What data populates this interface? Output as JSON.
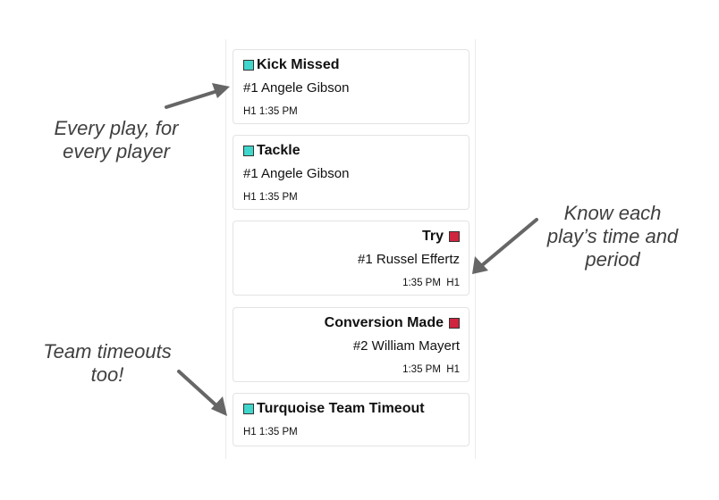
{
  "colors": {
    "turquoise": "#40d6cc",
    "red": "#d0253f",
    "annotation": "#404040",
    "arrow": "#666666"
  },
  "plays": [
    {
      "title": "Kick Missed",
      "player": "#1 Angele Gibson",
      "period": "H1",
      "time": "1:35 PM",
      "team": "turquoise",
      "align": "left"
    },
    {
      "title": "Tackle",
      "player": "#1 Angele Gibson",
      "period": "H1",
      "time": "1:35 PM",
      "team": "turquoise",
      "align": "left"
    },
    {
      "title": "Try",
      "player": "#1 Russel Effertz",
      "period": "H1",
      "time": "1:35 PM",
      "team": "red",
      "align": "right"
    },
    {
      "title": "Conversion Made",
      "player": "#2 William Mayert",
      "period": "H1",
      "time": "1:35 PM",
      "team": "red",
      "align": "right"
    },
    {
      "title": "Turquoise Team Timeout",
      "period": "H1",
      "time": "1:35 PM",
      "team": "turquoise",
      "align": "left"
    }
  ],
  "annotations": {
    "every_play": [
      "Every play, for",
      "every player"
    ],
    "time_period": [
      "Know each",
      "play’s time and",
      "period"
    ],
    "timeouts": [
      "Team timeouts",
      "too!"
    ]
  }
}
